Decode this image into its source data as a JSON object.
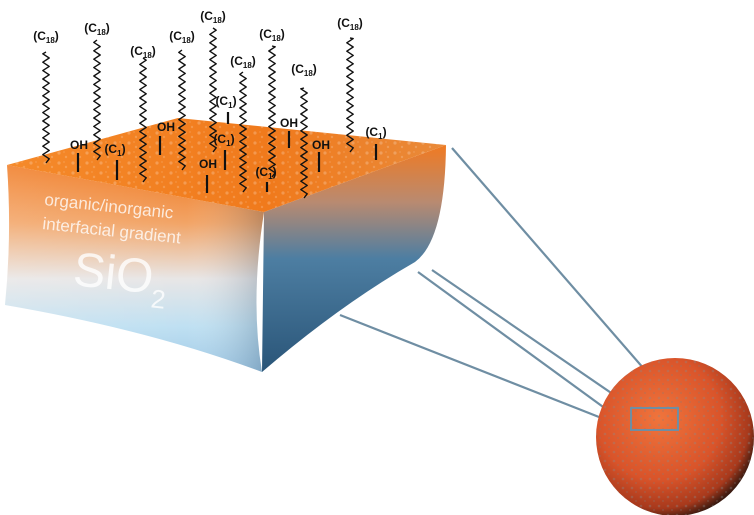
{
  "diagram": {
    "substrate_label": {
      "line1": "organic/inorganic",
      "line2": "interfacial gradient"
    },
    "substrate_formula": {
      "base": "SiO",
      "sub": "2"
    },
    "groups": {
      "c18": {
        "base": "(C",
        "sub": "18",
        "close": ")"
      },
      "c1": {
        "base": "(C",
        "sub": "1",
        "close": ")"
      },
      "oh": "OH"
    }
  },
  "colors": {
    "top_surface": "#f07c1e",
    "side_orange": "#ee8a3c",
    "side_blue": "#bfe0f2",
    "right_face": "#3a6a8c",
    "particle": "#d9542a",
    "zoom_lines": "#6f8ea3"
  }
}
